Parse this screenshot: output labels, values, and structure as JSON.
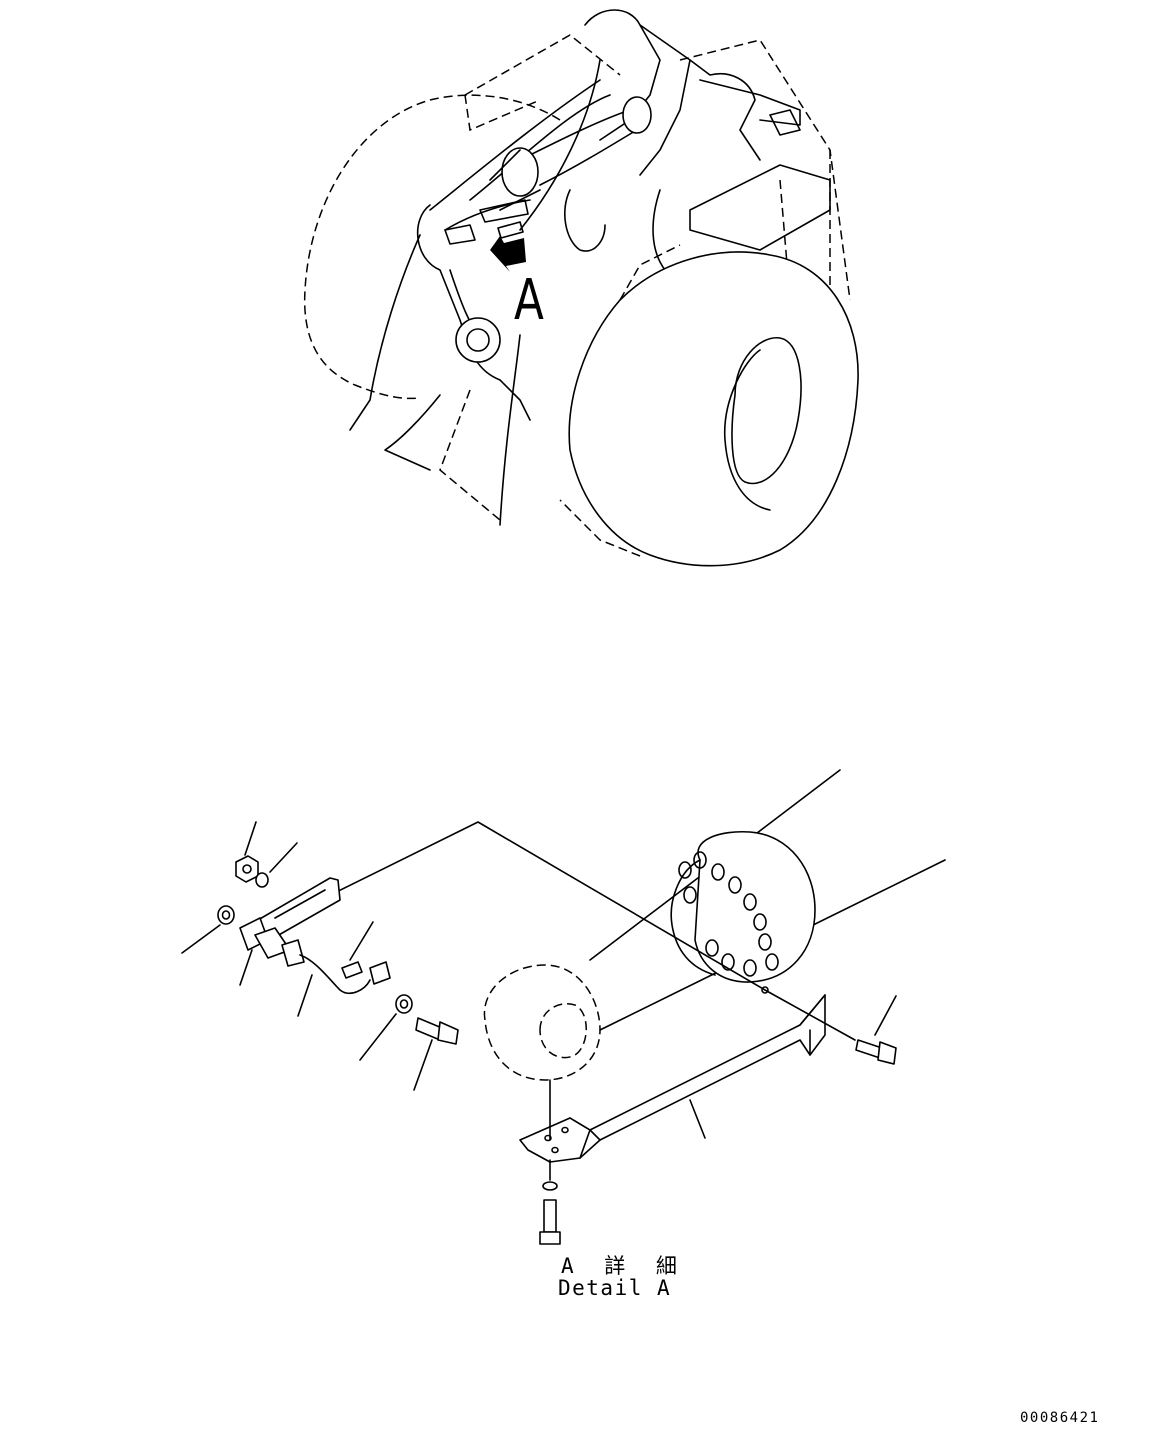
{
  "view_label": "A",
  "detail_title_jp": "A 詳 細",
  "detail_title_en": "Detail A",
  "drawing_number": "00086421",
  "icons": {
    "view_arrow": "view-direction-arrow-icon"
  },
  "colors": {
    "line": "#000000",
    "background": "#ffffff"
  }
}
